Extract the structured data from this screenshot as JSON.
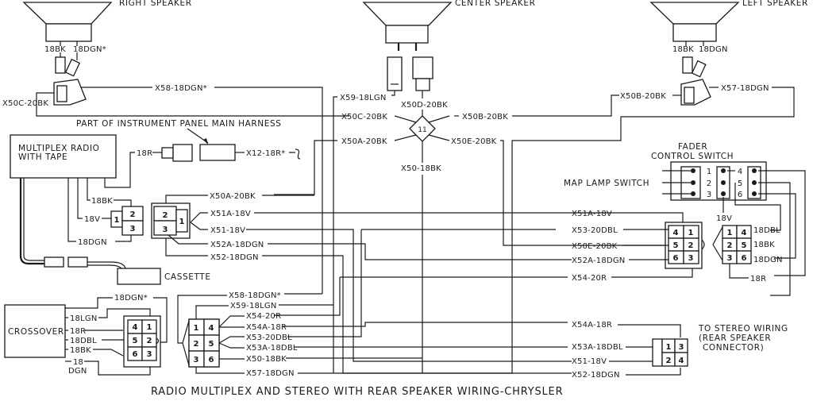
{
  "title": "RADIO MULTIPLEX AND STEREO WITH REAR SPEAKER WIRING-CHRYSLER",
  "components": {
    "right_speaker": "RIGHT SPEAKER",
    "center_speaker": "CENTER SPEAKER",
    "left_speaker": "LEFT SPEAKER",
    "harness_note": "PART OF INSTRUMENT PANEL MAIN HARNESS",
    "radio_line1": "MULTIPLEX RADIO",
    "radio_line2": "WITH TAPE",
    "cassette": "CASSETTE",
    "crossover": "CROSSOVER",
    "fader_line1": "FADER",
    "fader_line2": "CONTROL SWITCH",
    "map_lamp": "MAP LAMP SWITCH",
    "stereo_line1": "TO STEREO WIRING",
    "stereo_line2": "(REAR SPEAKER",
    "stereo_line3": "CONNECTOR)",
    "splice": "11"
  },
  "wires": {
    "rs_18bk": "18BK",
    "rs_18dgn": "18DGN*",
    "x58_top": "X58-18DGN*",
    "x50c_left": "X50C-20BK",
    "x59_top": "X59-18LGN",
    "x50d": "X50D-20BK",
    "x50c_splice": "X50C-20BK",
    "x50b_splice": "X50B-20BK",
    "x50a_splice": "X50A-20BK",
    "x50e_splice": "X50E-20BK",
    "x50_18bk": "X50-18BK",
    "ls_18bk": "18BK",
    "ls_18dgn": "18DGN",
    "x50b_left": "X50B-20BK",
    "x57_top": "X57-18DGN",
    "radio_18r": "18R",
    "x12": "X12-18R*",
    "radio_18bk": "18BK",
    "radio_18v": "18V",
    "radio_18dgn": "18DGN",
    "x50a_mid": "X50A-20BK",
    "x51a_mid": "X51A-18V",
    "x51_mid": "X51-18V",
    "x52a_mid": "X52A-18DGN",
    "x52_mid": "X52-18DGN",
    "x51a_right": "X51A-18V",
    "x53_right": "X53-20DBL",
    "x50e_right": "X50E-20BK",
    "x52a_right": "X52A-18DGN",
    "x54_right": "X54-20R",
    "fad_18v": "18V",
    "fad_18dbl": "18DBL",
    "fad_18bk": "18BK",
    "fad_18dgn": "18DGN",
    "fad_18r": "18R",
    "xo_18dgn": "18DGN*",
    "xo_18lgn": "18LGN",
    "xo_18r": "18R",
    "xo_18dbl": "18DBL",
    "xo_18bk": "18BK",
    "xo_18": "18",
    "xo_dgn": "DGN",
    "x58_bot": "X58-18DGN*",
    "x59_bot": "X59-18LGN",
    "x54_bot": "X54-20R",
    "x54a_bot": "X54A-18R",
    "x53_bot": "X53-20DBL",
    "x53a_bot": "X53A-18DBL",
    "x50_bot": "X50-18BK",
    "x57_bot": "X57-18DGN",
    "x54a_rear": "X54A-18R",
    "x53a_rear": "X53A-18DBL",
    "x51_rear": "X51-18V",
    "x52_rear": "X52-18DGN"
  },
  "pins": {
    "p1": "1",
    "p2": "2",
    "p3": "3",
    "p4": "4",
    "p5": "5",
    "p6": "6"
  }
}
